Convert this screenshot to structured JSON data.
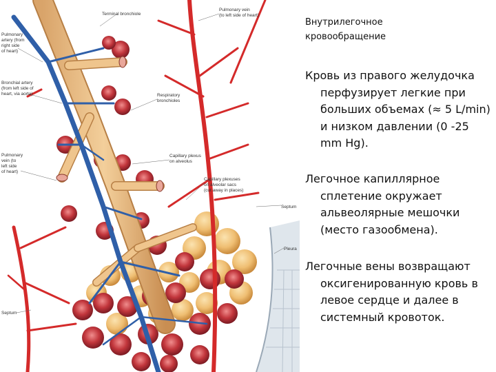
{
  "slide": {
    "title": "Внутрилегочное\n    кровообращение",
    "paragraphs": [
      "Кровь из правого желудочка перфузирует легкие при больших объемах (≈ 5 L/min) и низком давлении (0 -25 mm Hg).",
      "Легочное капиллярное сплетение окружает альвеолярные мешочки (место газообмена).",
      "Легочные вены возвращают оксигенированную кровь в левое сердце и далее в системный кровоток."
    ]
  },
  "figure": {
    "labels": {
      "terminal_bronchiole": "Terminal bronchiole",
      "pulmonary_vein_top_1": "Pulmonary vein",
      "pulmonary_vein_top_2": "(to left side of heart)",
      "pulmonary_artery_1": "Pulmonary",
      "pulmonary_artery_2": "artery (from",
      "pulmonary_artery_3": "right side",
      "pulmonary_artery_4": "of heart)",
      "bronchial_artery_1": "Bronchial artery",
      "bronchial_artery_2": "(from left side of",
      "bronchial_artery_3": "heart, via aorta)",
      "respiratory_bronchioles_1": "Respiratory",
      "respiratory_bronchioles_2": "bronchioles",
      "pulmonary_vein_left_1": "Pulmonary",
      "pulmonary_vein_left_2": "vein (to",
      "pulmonary_vein_left_3": "left side",
      "pulmonary_vein_left_4": "of heart)",
      "capillary_plexus_alveolus_1": "Capillary plexus",
      "capillary_plexus_alveolus_2": "on alveolus",
      "capillary_plexuses_sacs_1": "Capillary plexuses",
      "capillary_plexuses_sacs_2": "on alveolar sacs",
      "capillary_plexuses_sacs_3": "(cut away in places)",
      "septum_right": "Septum",
      "pleura": "Pleura",
      "septum_left": "Septum"
    }
  }
}
